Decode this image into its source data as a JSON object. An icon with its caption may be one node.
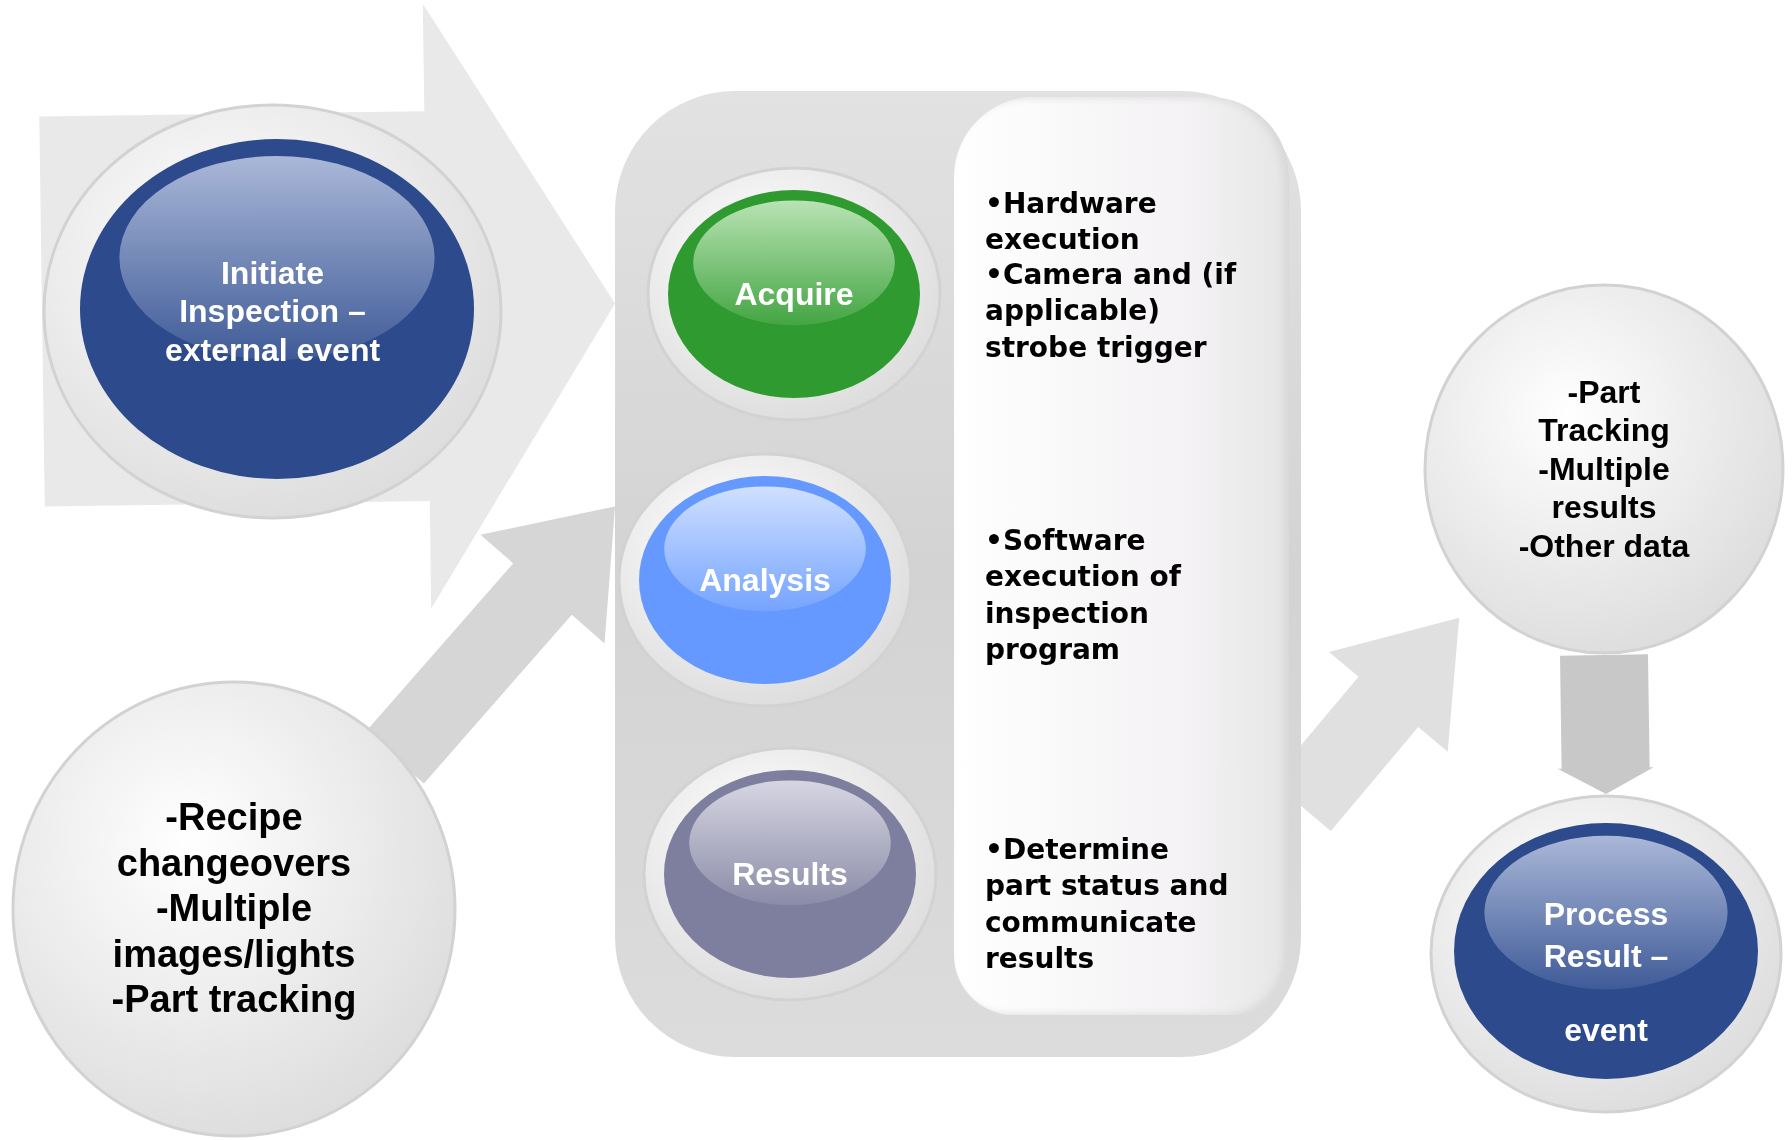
{
  "diagram": {
    "nodes": [
      {
        "text": [
          "Initiate Inspection – external event"
        ]
      },
      {
        "text": [
          "-Recipe changeovers",
          "-Multiple images/lights",
          "-Part tracking"
        ]
      },
      {
        "text": [],
        "shape": "box"
      },
      {
        "text": [
          "Acquire"
        ],
        "in": 2
      },
      {
        "text": [
          "Analysis"
        ],
        "in": 2
      },
      {
        "text": [
          "Results"
        ],
        "in": 2
      },
      {
        "text": [
          "•Hardware execution",
          "•Camera and (if applicable) strobe trigger",
          "•Software execution of inspection program",
          "•Determine part status and communicate results"
        ],
        "in": 2
      },
      {
        "text": [
          "-Part Tracking",
          "-Multiple results",
          "-Other data"
        ]
      },
      {
        "text": [
          "Process Result –",
          "event"
        ]
      }
    ],
    "edges": [
      {
        "from": 0,
        "to": 2,
        "arrow": "to"
      },
      {
        "from": 1,
        "to": 2,
        "arrow": "to"
      },
      {
        "from": 2,
        "to": 7,
        "arrow": "to"
      },
      {
        "from": 7,
        "to": 8,
        "arrow": "to"
      }
    ]
  }
}
